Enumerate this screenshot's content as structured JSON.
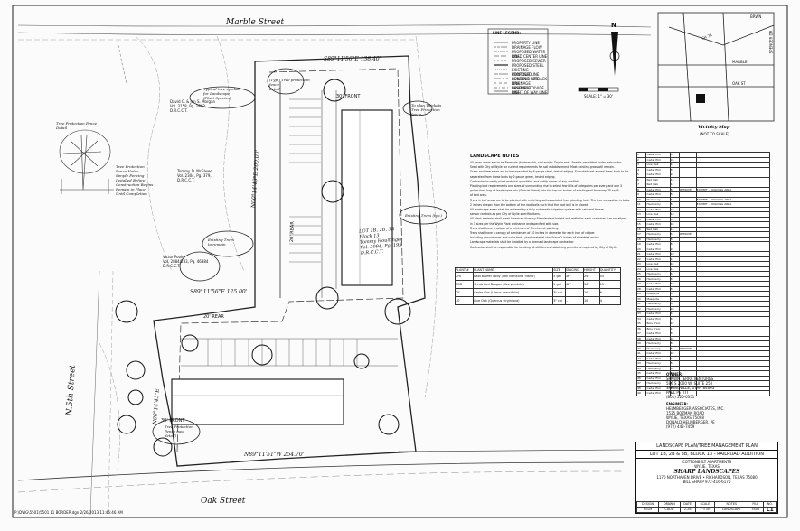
{
  "streets": {
    "marble": "Marble Street",
    "fifth": "N.5th Street",
    "oak": "Oak Street"
  },
  "survey": {
    "north_line": "S89°11'56\"E 138.40'",
    "west_line": "N00°14'43\"E 200.00'",
    "mid_line": "S89°11'56\"E 125.00'",
    "lower_west": "N00°14'43\"E",
    "south_line": "N89°11'51\"W 254.70'",
    "rear_20a": "20' REAR",
    "rear_20b": "20' REAR",
    "front_30": "30' FRONT",
    "front_30b": "30' FRONT",
    "lot_label": "LOT 1B, 2B, 3B\nBlock 13\nTommy Houltinger\nVol. 3094, Pg. 195\nD.R.C.C.T.",
    "owner_a": "David C. & Jan S. Morgan\nVol. 3158, Pg. 1882,\nD.R.C.C.T.",
    "owner_b": "Tommy D. McElwee\nVol. 2304, Pg. 379,\nD.R.C.C.T.",
    "owner_c": "Victor Poole\nVol. 2884/283, Pg. 46384\nD.R.C.C.T.",
    "note_hand_a": "Typical tree symbol\nfor Landscape\n(Plant Species)",
    "note_hand_b": "Existing Trees\nto remain",
    "note_hand_c": "Tree Protection\nFence (see\ndetail)",
    "note_hand_d": "Existing Trees (typ.)",
    "note_hand_e": "(Typ.) Tree protection\nfence\ndetail",
    "note_hand_f": "To plan Thickets\nTree Protection\nfence",
    "tree_detail": "Tree Protection Fence\nDetail",
    "tree_notes": "Tree Protection\nFence Notes\nSimple Fencing\nInstalled Before\nConstruction Begins\nRemain in Place\nUntil Completion"
  },
  "line_legend": {
    "title": "LINE LEGEND:",
    "items": [
      "PROPERTY LINE",
      "DRAINAGE FLOW",
      "PROPOSED WATER LINE",
      "ROAD CENTER LINE",
      "PROPOSED SEWER",
      "PROPOSED STEEL",
      "EXISTING CONTOUR LINE",
      "PROPOSED CONTOUR LINE",
      "BUILDING SETBACK LINE",
      "DRAINAGE EASEMENT",
      "DRAINAGE DIVIDE LINE",
      "RIGHT OF WAY LINE"
    ]
  },
  "north": {
    "letter": "N",
    "scale_text": "SCALE: 1\" = 30'"
  },
  "vicinity": {
    "title": "Vicinity Map",
    "subtitle": "(NOT TO SCALE)",
    "labels": [
      "BRWN",
      "SH 78",
      "MARBLE",
      "OAK ST",
      "SPENCER DR"
    ]
  },
  "landscape_notes": {
    "title": "LANDSCAPE NOTES",
    "lines": [
      "All grass areas are to be Bermuda (hydromulch, sod and/or Zoysia sod). Seed is permitted under instruction.",
      "Seed with City of Wylie for current requirements for soil establishment. Most existing grass will remain.",
      "Grass and tree areas are to be separated by 6 gauge steel, tested edging. Extruded cast anneal trees back to be",
      "separated from these beds by 2 gauge green, tested edging.",
      "Contractor to verify plant material quantities and notify owner of any conflicts.",
      "Planting bed requirements and sizes of surrounding rise to select few bills of categories per every and one 3",
      "gallon food bag of landscapes mix (Special Blend) into the top six inches of existing soil for every 75 sq. ft",
      "of bed area.",
      "Trees in turf areas are to be planted with mulching soil associated from planting hole. The tree excavation is to be",
      "2 inches deeper than the bottom of the root balls such that the root ball is in placed.",
      "All landscape areas shall be watered by a fully automatic irrigation system with rain and freeze",
      "sensor controls as per City of Wylie specifications.",
      "All plant material shall meet American Nursery Standards of height and width for each container size or caliper",
      "in 3 sizes per the Wylie Plant ordinance and specified with size.",
      "Trees shall have a caliper of a minimum of 3 inches at planting.",
      "Trees shall have a canopy of a minimum of 10 inches in diameter for each inch of caliper.",
      "Including groundcover and color beds, plant material shall have 2 inches of shredded mulch.",
      "Landscape materials shall be installed by a licensed landscape contractor.",
      "Contractor shall be responsible for locating all utilities and obtaining permits as required by City of Wylie."
    ]
  },
  "plant_schedule": {
    "headers": [
      "PLANT #",
      "PLANT NAME",
      "SIZE",
      "SPACING",
      "HEIGHT",
      "QUANTITY"
    ],
    "rows": [
      [
        "CHI",
        "Bald Bluffer Holly (Ilex vomitoria 'Nana')",
        "5 gal",
        "36\"",
        "24\"",
        "55"
      ],
      [
        "RED",
        "Shrub Red Dragon (Ilex pendula)",
        "5 gal",
        "48\"",
        "36\"",
        "15"
      ],
      [
        "CE",
        "Cedar Elm (Ulmus crassifolia)",
        "3\" cal",
        "--",
        "10'",
        "6"
      ],
      [
        "LO",
        "Live Oak (Quercus virginiana)",
        "3\" cal",
        "--",
        "10'",
        "4"
      ]
    ]
  },
  "right_table": {
    "col_a": [
      "1",
      "2",
      "3",
      "4",
      "5",
      "6",
      "7",
      "8",
      "9",
      "10",
      "11",
      "12",
      "13",
      "14",
      "15",
      "16",
      "17",
      "18",
      "19",
      "20",
      "21",
      "22",
      "23",
      "24",
      "25",
      "26",
      "27",
      "28",
      "29",
      "30",
      "31",
      "32",
      "33",
      "34",
      "35",
      "36",
      "37",
      "38",
      "39",
      "40",
      "41",
      "42",
      "43",
      "44",
      "45",
      "46",
      "47",
      "48",
      "49"
    ],
    "col_b": [
      "Cedar Elm",
      "Cedar Elm",
      "Live Oak",
      "Cedar Elm",
      "Cedar Elm",
      "Red Oak",
      "Red Oak",
      "Cedar Elm",
      "Cedar Elm",
      "Hackberry",
      "Hackberry",
      "Cedar Elm",
      "Live Oak",
      "Cedar Elm",
      "Cedar Elm",
      "Red Oak",
      "Hackberry",
      "Hackberry",
      "Cedar Elm",
      "Cedar Elm",
      "Cedar Elm",
      "Cedar Elm",
      "Live Oak",
      "Live Oak",
      "Hackberry",
      "Hackberry",
      "Cedar Elm",
      "Cedar Elm",
      "Mesquite",
      "Mesquite",
      "Hackberry",
      "Hackberry",
      "Cedar Elm",
      "Cedar Elm",
      "Bois D'arc",
      "Bois D'arc",
      "Cedar Elm",
      "Cedar Elm",
      "Hackberry",
      "Hackberry",
      "Cedar Elm",
      "Cedar Elm",
      "Hackberry",
      "Hackberry",
      "Cedar Elm",
      "Cedar Elm",
      "Hackberry",
      "Cedar Elm",
      "Cedar Elm"
    ],
    "col_c": [
      "8",
      "10",
      "12",
      "8",
      "9",
      "14",
      "12",
      "8",
      "8",
      "6",
      "8",
      "10",
      "18",
      "8",
      "10",
      "12",
      "6",
      "8",
      "8",
      "9",
      "10",
      "12",
      "16",
      "14",
      "6",
      "8",
      "10",
      "8",
      "6",
      "8",
      "8",
      "10",
      "12",
      "8",
      "10",
      "12",
      "8",
      "10",
      "8",
      "8",
      "10",
      "12",
      "8",
      "8",
      "10",
      "12",
      "8",
      "8",
      "10"
    ],
    "col_d": [
      "",
      "",
      "",
      "",
      "",
      "",
      "",
      "REMOVE",
      "",
      "",
      "",
      "",
      "",
      "",
      "",
      "",
      "REMOVE",
      "",
      "",
      "",
      "",
      "",
      "",
      "",
      "",
      "",
      "",
      "",
      "",
      "",
      "",
      "",
      "",
      "",
      "",
      "",
      "",
      "",
      "",
      "REMOVE",
      "",
      "",
      "",
      "",
      "",
      "",
      "",
      "",
      ""
    ],
    "col_e": [
      "",
      "",
      "",
      "",
      "",
      "",
      "",
      "EXEMPT - BUILDING AREA",
      "",
      "EXEMPT - BUILDING AREA",
      "EXEMPT - BUILDING AREA",
      "",
      "",
      "",
      "",
      "",
      "",
      "",
      "",
      "",
      "",
      "",
      "",
      "",
      "",
      "",
      "",
      "",
      "",
      "",
      "",
      "",
      "",
      "",
      "",
      "",
      "",
      "",
      "",
      "",
      "",
      "",
      "",
      "",
      "",
      "",
      "",
      "",
      ""
    ]
  },
  "owner_block": {
    "owner_label": "OWNER:",
    "owner": "SHAWN TERRA VENTURES\n580 S 2000 W, SUITE 250\nSPRINGVILLE, UTAH 84663\nPAUL PETTIT\n(801) 520-0351",
    "engineer_label": "ENGINEER:",
    "engineer": "HELMBERGER ASSOCIATES, INC.\n1525 BOZMAN ROAD\nWYLIE, TEXAS 75098\nDONALD HELMBERGER, PE\n(972) 442-7459"
  },
  "title_block": {
    "plan_title": "LANDSCAPE PLAN/TREE MANAGEMENT PLAN",
    "lot_line": "LOT 1B, 2B & 3B, BLOCK 13 - RAILROAD ADDITION",
    "project": "COTTONBELT APARTMENTS",
    "city": "WYLIE, TEXAS",
    "company": "SHARP LANDSCAPES",
    "company_addr": "1170 NORTHAVEN DRIVE • RICHARDSON, TEXAS 75080",
    "company_phone": "BILL SHARP   972-416-6170",
    "headers": [
      "DESIGN",
      "DRAWN",
      "DATE",
      "SCALE",
      "NOTES",
      "FILE",
      "NO."
    ],
    "values": [
      "HELM",
      "CADD",
      "2-26",
      "1\"=30'",
      "LANDSCAPE",
      "5501",
      "L1"
    ]
  },
  "footer_path": "P:\\DWG\\5501\\5501 L1 BORDER.dgn  2/26/2013 11:46:46 AM"
}
